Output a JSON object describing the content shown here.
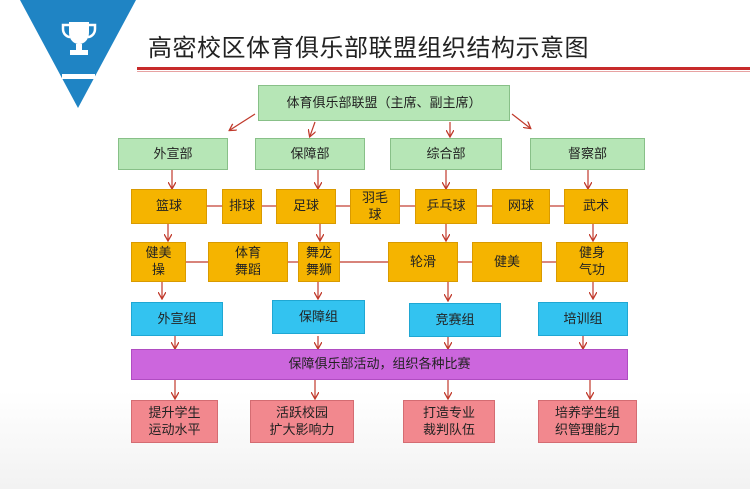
{
  "title": "高密校区体育俱乐部联盟组织结构示意图",
  "icons": {
    "header": "trophy-icon"
  },
  "colors": {
    "header_blue": "#1f84c4",
    "header_red": "#c72a2a",
    "green": "#b6e6b6",
    "orange": "#f5b400",
    "cyan": "#33c3f0",
    "violet": "#cc66dd",
    "pink": "#f2888e",
    "connector": "#c0392b"
  },
  "top": "体育俱乐部联盟（主席、副主席）",
  "departments": [
    "外宣部",
    "保障部",
    "综合部",
    "督察部"
  ],
  "clubs_row1": [
    "篮球",
    "排球",
    "足球",
    "羽毛\n球",
    "乒乓球",
    "网球",
    "武术"
  ],
  "clubs_row2": [
    "健美\n操",
    "体育\n舞蹈",
    "舞龙\n舞狮",
    "轮滑",
    "健美",
    "健身\n气功"
  ],
  "groups": [
    "外宣组",
    "保障组",
    "竞赛组",
    "培训组"
  ],
  "activity": "保障俱乐部活动，组织各种比赛",
  "goals": [
    "提升学生\n运动水平",
    "活跃校园\n扩大影响力",
    "打造专业\n裁判队伍",
    "培养学生组\n织管理能力"
  ]
}
